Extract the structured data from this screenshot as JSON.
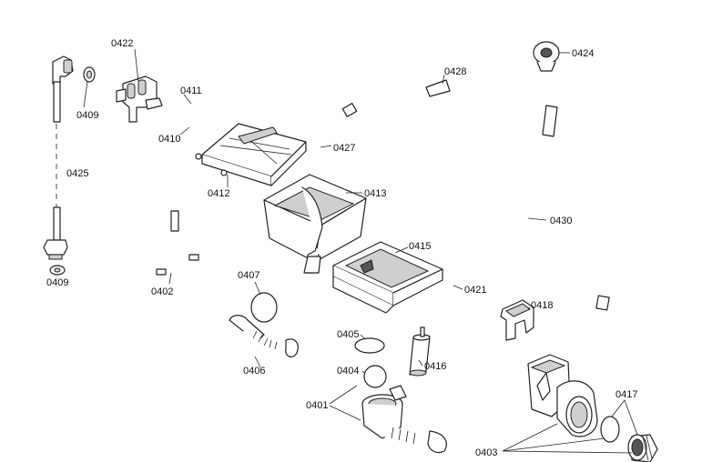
{
  "labels": {
    "p0422": "0422",
    "p0409a": "0409",
    "p0409b": "0409",
    "p0411": "0411",
    "p0410": "0410",
    "p0425": "0425",
    "p0412": "0412",
    "p0427": "0427",
    "p0413": "0413",
    "p0428": "0428",
    "p0424": "0424",
    "p0430": "0430",
    "p0415": "0415",
    "p0402": "0402",
    "p0407": "0407",
    "p0421": "0421",
    "p0418": "0418",
    "p0405": "0405",
    "p0406": "0406",
    "p0404": "0404",
    "p0416": "0416",
    "p0401": "0401",
    "p0417": "0417",
    "p0403": "0403"
  }
}
